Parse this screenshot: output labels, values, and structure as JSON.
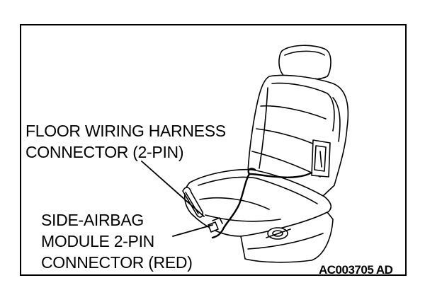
{
  "diagram": {
    "labels": {
      "floor_harness_line1": "FLOOR WIRING HARNESS",
      "floor_harness_line2": "CONNECTOR (2-PIN)",
      "airbag_line1": "SIDE-AIRBAG",
      "airbag_line2": "MODULE 2-PIN",
      "airbag_line3": "CONNECTOR (RED)"
    },
    "figure_code": "AC003705 AD"
  }
}
